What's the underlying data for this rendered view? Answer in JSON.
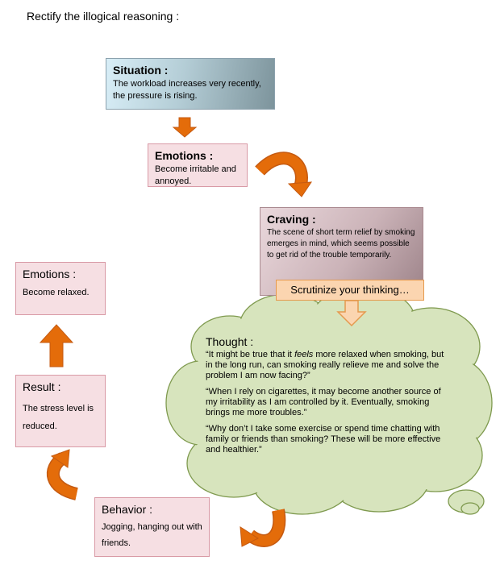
{
  "title": "Rectify the illogical reasoning :",
  "situation": {
    "heading": "Situation :",
    "body": "The workload increases very recently, the pressure is rising."
  },
  "emotions_top": {
    "heading": "Emotions :",
    "body": "Become irritable and annoyed."
  },
  "craving": {
    "heading": "Craving :",
    "body": "The scene of short term relief by smoking emerges in mind, which seems possible to get rid of the trouble temporarily."
  },
  "scrutinize": "Scrutinize your thinking…",
  "thought": {
    "heading": "Thought :",
    "p1_before": "“It might be true that it ",
    "p1_em": "feels",
    "p1_after": " more relaxed when smoking, but in the long run, can smoking really relieve me and solve the problem I am now facing?”",
    "p2": "“When I rely on cigarettes, it may become another source of my irritability as I am controlled by it. Eventually, smoking brings me more troubles.”",
    "p3": "“Why don’t I take some exercise or spend time chatting with family or friends than smoking? These will be more effective and healthier.”"
  },
  "behavior": {
    "heading": "Behavior :",
    "body": "Jogging, hanging out with friends."
  },
  "result": {
    "heading": "Result :",
    "body": "The stress level is reduced."
  },
  "emotions_left": {
    "heading": "Emotions :",
    "body": "Become relaxed."
  },
  "colors": {
    "arrow_orange": "#e46c0a",
    "cloud_fill": "#d7e4bd",
    "cloud_stroke": "#7f9a4f",
    "box_fill": "#f6dfe3",
    "box_border": "#d99aa6"
  }
}
